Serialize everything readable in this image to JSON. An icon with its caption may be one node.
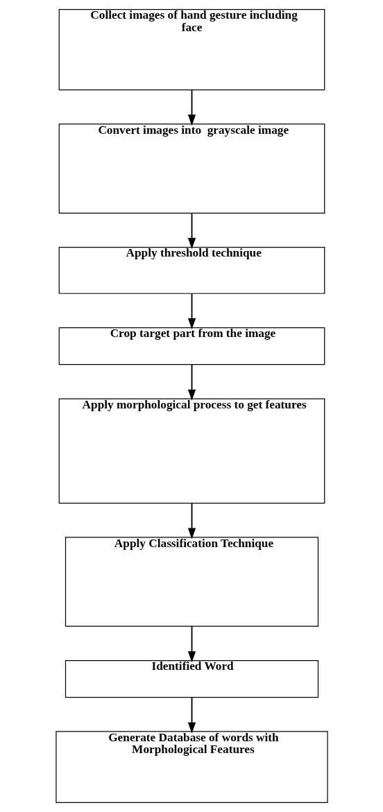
{
  "diagram": {
    "nodes": [
      {
        "text": [
          "Collect images of hand gesture including face"
        ]
      },
      {
        "text": [
          "Convert images into  grayscale image"
        ]
      },
      {
        "text": [
          "Apply threshold technique"
        ]
      },
      {
        "text": [
          "Crop target part from the image"
        ]
      },
      {
        "text": [
          "Apply morphological process to get features"
        ]
      },
      {
        "text": [
          "Apply Classification Technique"
        ]
      },
      {
        "text": [
          "Identified Word"
        ]
      },
      {
        "text": [
          "Generate Database of words with Morphological Features"
        ]
      }
    ],
    "edges": [
      {
        "from": 0,
        "to": 1,
        "arrow": "to"
      },
      {
        "from": 1,
        "to": 2,
        "arrow": "to"
      },
      {
        "from": 2,
        "to": 3,
        "arrow": "to"
      },
      {
        "from": 3,
        "to": 4,
        "arrow": "to"
      },
      {
        "from": 4,
        "to": 5,
        "arrow": "to"
      },
      {
        "from": 5,
        "to": 6,
        "arrow": "to"
      },
      {
        "from": 6,
        "to": 7,
        "arrow": "to"
      }
    ]
  }
}
